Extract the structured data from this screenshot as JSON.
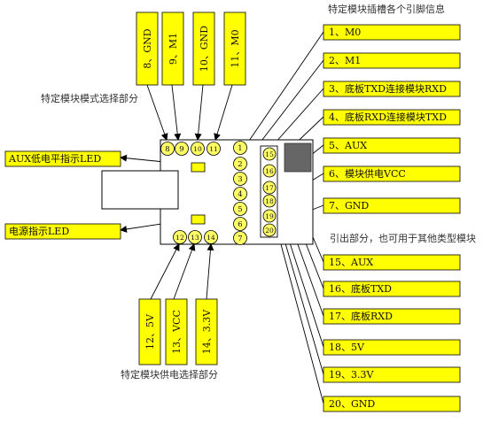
{
  "headings": {
    "right_top": "特定模块插槽各个引脚信息",
    "mode_select": "特定模块模式选择部分",
    "power_select": "特定模块供电选择部分",
    "lead_out": "引出部分，也可用于其他类型模块"
  },
  "left_labels": {
    "aux_led": "AUX低电平指示LED",
    "power_led": "电源指示LED"
  },
  "top_labels": [
    "8、GND",
    "9、M1",
    "10、GND",
    "11、M0"
  ],
  "bottom_labels": [
    "12、5V",
    "13、VCC",
    "14、3.3V"
  ],
  "right_labels": [
    "1、M0",
    "2、M1",
    "3、底板TXD连接模块RXD",
    "4、底板RXD连接模块TXD",
    "5、AUX",
    "6、模块供电VCC",
    "7、GND"
  ],
  "lead_labels": [
    "15、AUX",
    "16、底板TXD",
    "17、底板RXD",
    "18、5V",
    "19、3.3V",
    "20、GND"
  ],
  "pins": {
    "top": [
      "8",
      "9",
      "10",
      "11"
    ],
    "bottom": [
      "12",
      "13",
      "14"
    ],
    "left_column": [
      "1",
      "2",
      "3",
      "4",
      "5",
      "6",
      "7"
    ],
    "right_column": [
      "15",
      "16",
      "17",
      "18",
      "19",
      "20"
    ]
  },
  "colors": {
    "label_fill": "#ffff00",
    "pin_fill": "#ffff66",
    "chip": "#666666",
    "line": "#000000"
  }
}
